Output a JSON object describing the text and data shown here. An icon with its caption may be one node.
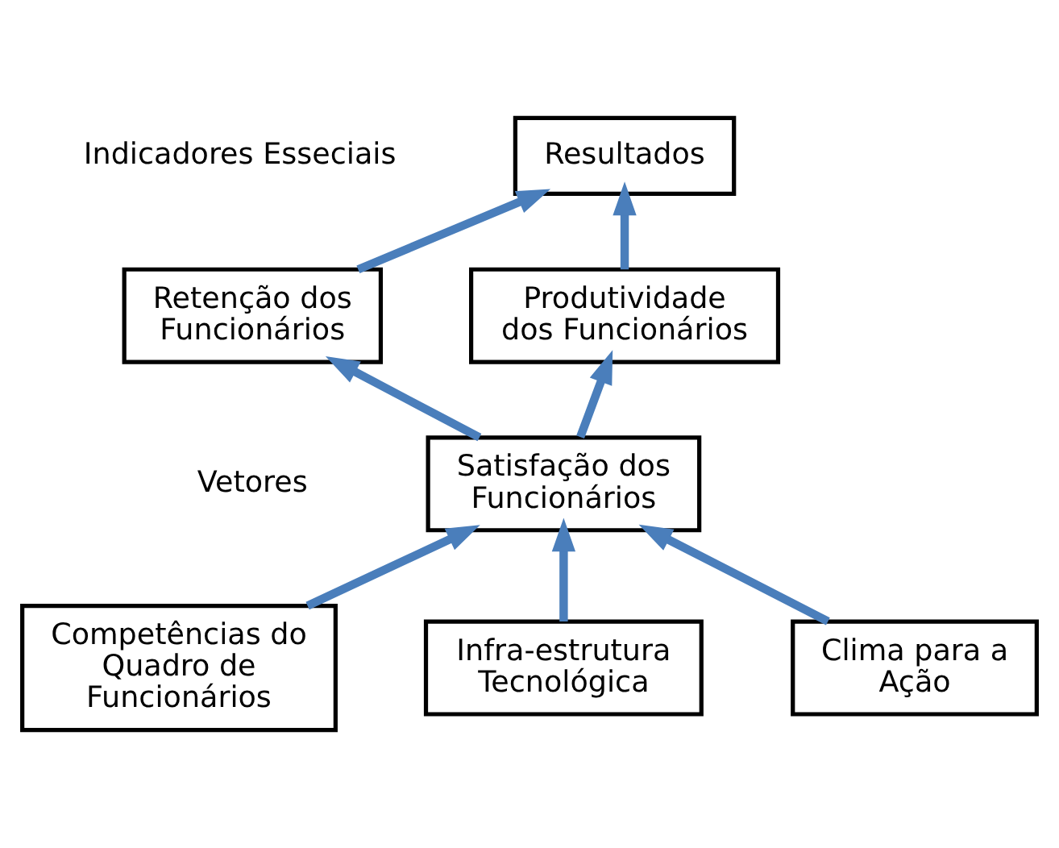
{
  "diagram": {
    "nodes": [
      {
        "text": [
          "Resultados"
        ]
      },
      {
        "text": [
          "Retenção dos Funcionários"
        ]
      },
      {
        "text": [
          "Produtividade dos Funcionários"
        ]
      },
      {
        "text": [
          "Satisfação dos Funcionários"
        ]
      },
      {
        "text": [
          "Competências do Quadro de Funcionários"
        ]
      },
      {
        "text": [
          "Infra-estrutura Tecnológica"
        ]
      },
      {
        "text": [
          "Clima para a Ação"
        ]
      }
    ],
    "edges": [
      {
        "from": 1,
        "to": 0,
        "arrow": "to"
      },
      {
        "from": 2,
        "to": 0,
        "arrow": "to"
      },
      {
        "from": 3,
        "to": 1,
        "arrow": "to"
      },
      {
        "from": 3,
        "to": 2,
        "arrow": "to"
      },
      {
        "from": 4,
        "to": 3,
        "arrow": "to"
      },
      {
        "from": 5,
        "to": 3,
        "arrow": "to"
      },
      {
        "from": 6,
        "to": 3,
        "arrow": "to"
      }
    ],
    "labels": [
      "Indicadores Esseciais",
      "Vetores"
    ]
  }
}
